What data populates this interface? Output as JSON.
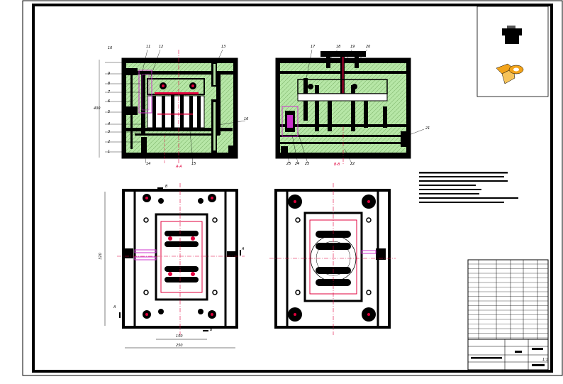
{
  "drawing": {
    "section_labels": {
      "left": "A-A",
      "right": "B-B"
    },
    "callouts_left_side": [
      "10",
      "9",
      "8",
      "7",
      "6",
      "5",
      "4",
      "3",
      "2",
      "1"
    ],
    "callouts_left_top": [
      "11",
      "12",
      "13"
    ],
    "callouts_left_bottom": [
      "14",
      "15"
    ],
    "callout_left_right": "16",
    "callouts_right_top": [
      "17",
      "18",
      "19",
      "20"
    ],
    "callout_right_side": "21",
    "callouts_right_bottom": [
      "25",
      "24",
      "23",
      "22"
    ],
    "dims": {
      "height_left": "400",
      "width_inner": "150",
      "width_outer": "250",
      "height_plan": "320"
    },
    "plan_markers": {
      "a": "A",
      "b": "B"
    },
    "title_block": {
      "scale": "1:1"
    }
  },
  "colors": {
    "green": "#b7e7a7",
    "black": "#000000",
    "red": "#e0003c",
    "magenta": "#cc33cc",
    "orange": "#f2a31a",
    "frame": "#000000"
  }
}
